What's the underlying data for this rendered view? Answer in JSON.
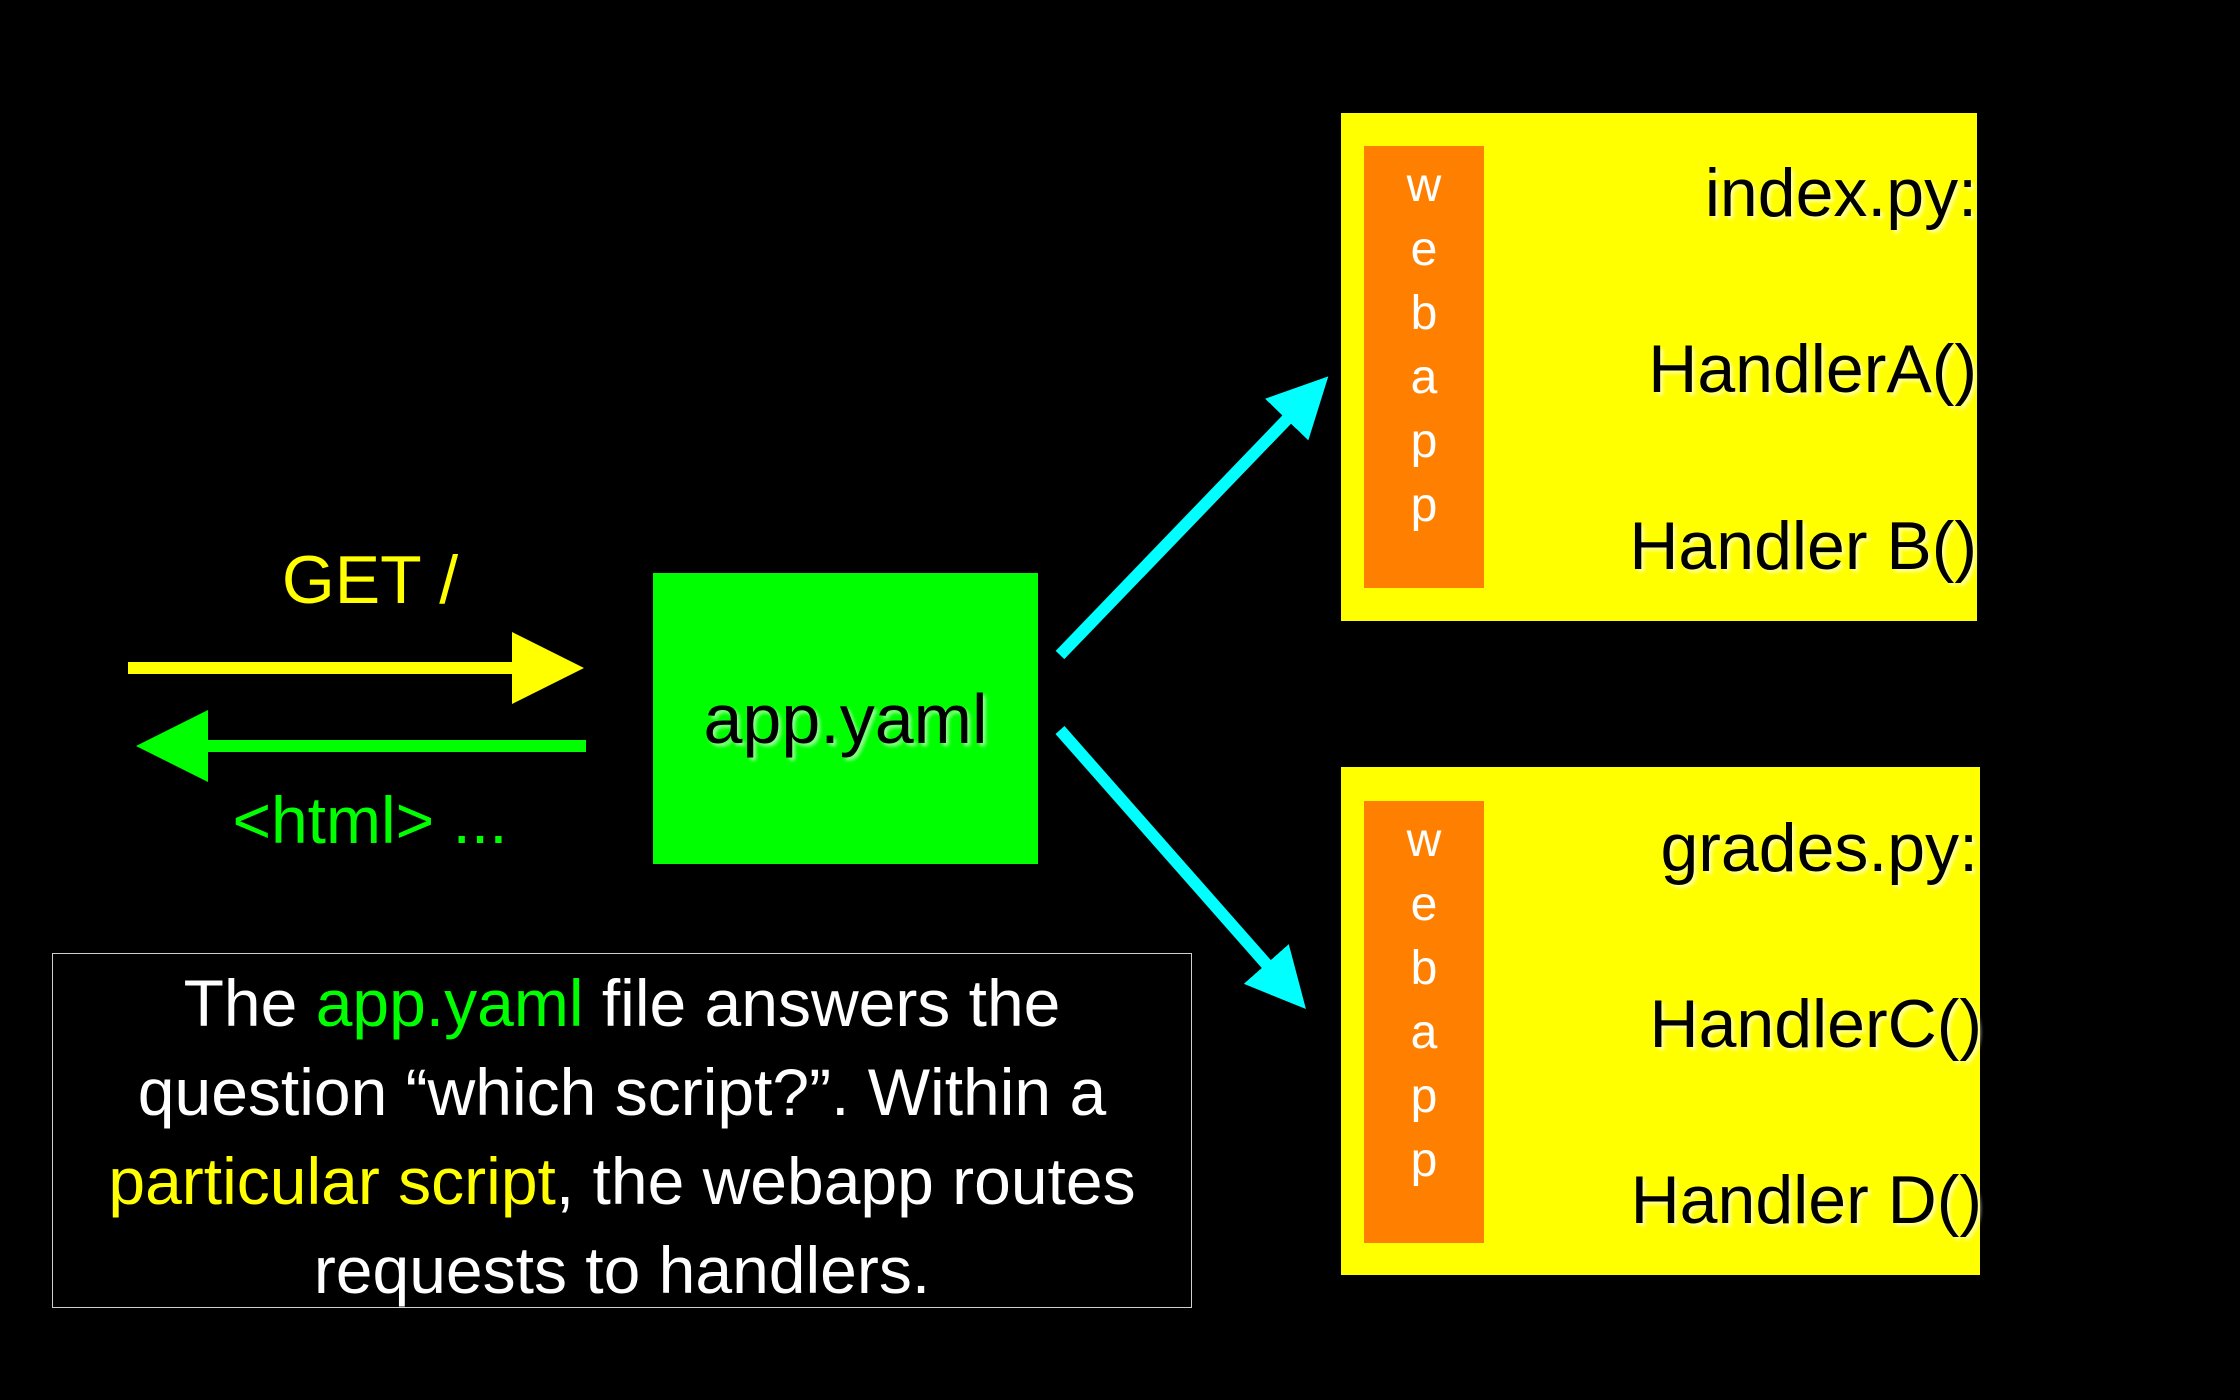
{
  "request": {
    "label": "GET /",
    "color": "#ffff00"
  },
  "response": {
    "label": "<html> ...",
    "color": "#00ff00"
  },
  "router": {
    "label": "app.yaml",
    "color": "#00ff00"
  },
  "scripts": [
    {
      "filename": "index.py:",
      "webapp_letters": [
        "w",
        "e",
        "b",
        "a",
        "p",
        "p"
      ],
      "handlers": [
        "HandlerA()",
        "Handler B()"
      ]
    },
    {
      "filename": "grades.py:",
      "webapp_letters": [
        "w",
        "e",
        "b",
        "a",
        "p",
        "p"
      ],
      "handlers": [
        "HandlerC()",
        "Handler D()"
      ]
    }
  ],
  "caption": {
    "part1": "The ",
    "highlight1": "app.yaml",
    "part2": " file answers the question “which script?”.  Within a ",
    "highlight2": "particular script",
    "part3": ", the webapp routes requests to handlers."
  },
  "colors": {
    "background": "#000000",
    "script_box": "#ffff00",
    "webapp_bar": "#ff8000",
    "route_arrow": "#00ffff",
    "handler_arrow": "#0000ff"
  }
}
